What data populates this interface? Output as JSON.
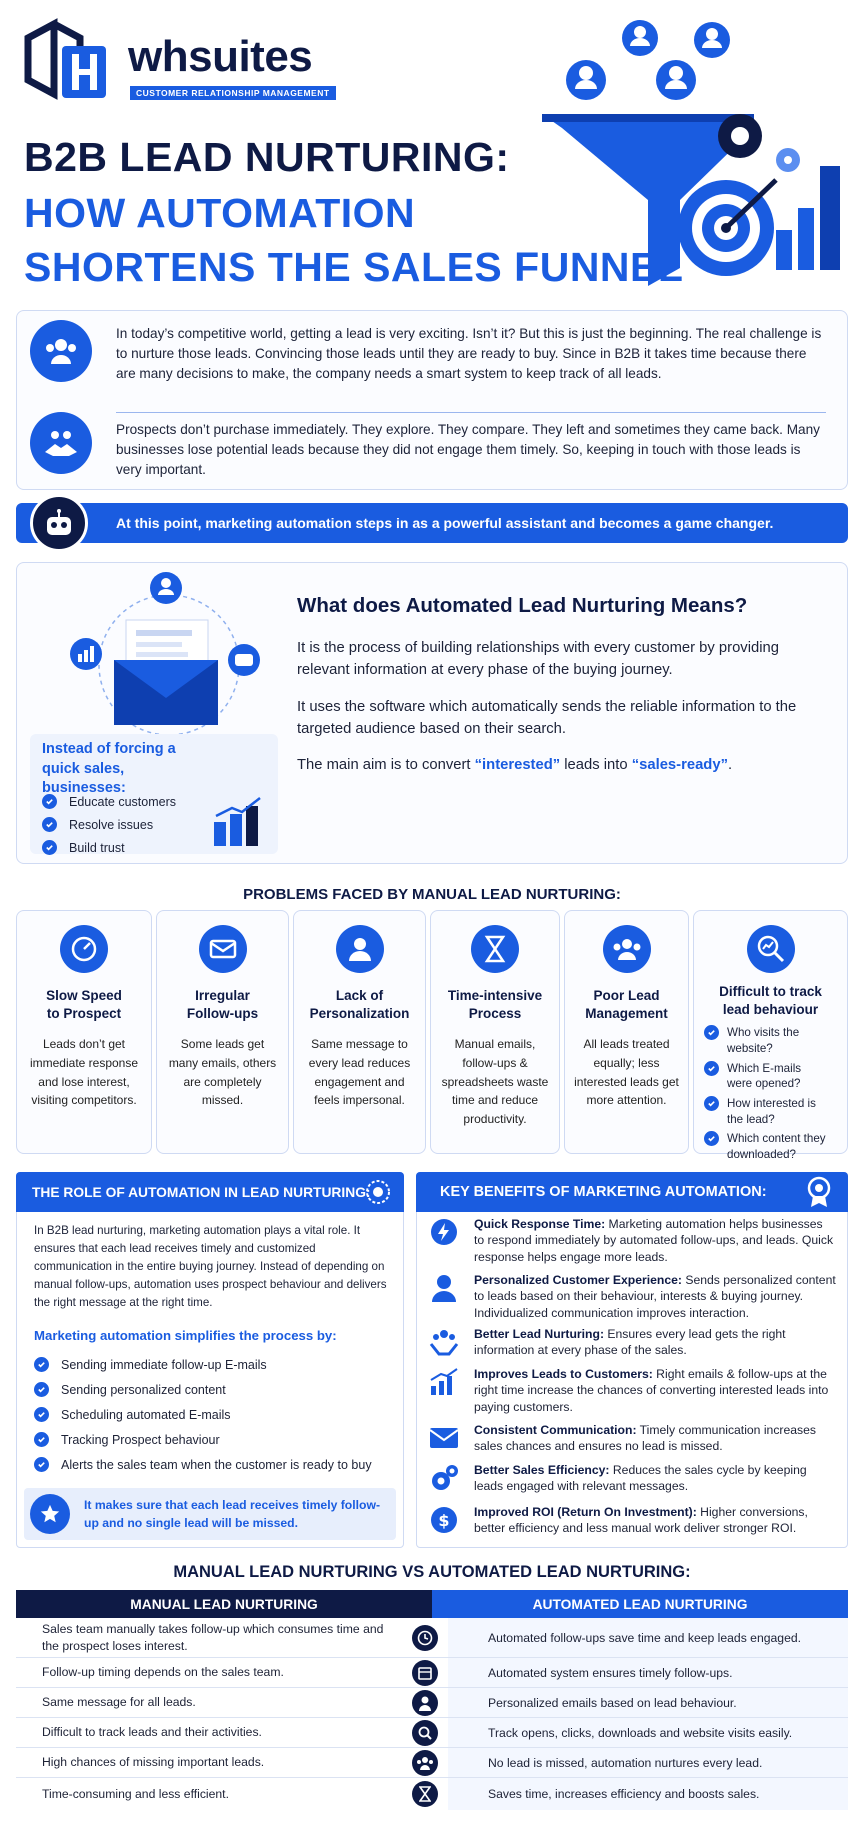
{
  "brand": {
    "name": "whsuites",
    "tagline": "CUSTOMER RELATIONSHIP MANAGEMENT"
  },
  "hero": {
    "line1": "B2B LEAD NURTURING:",
    "line2": "HOW AUTOMATION",
    "line3": "SHORTENS THE SALES FUNNEL"
  },
  "intro": {
    "p1": "In today’s competitive world, getting a lead is very exciting. Isn’t it? But this is just the beginning. The real challenge is to nurture those leads. Convincing those leads until they are ready to buy. Since in B2B it takes time because there are many decisions to make, the company needs a smart system to keep track of all leads.",
    "p2": "Prospects don’t purchase immediately. They explore. They compare. They left and sometimes they came back. Many businesses lose potential leads because they did not engage them timely. So, keeping in touch with those leads is very important."
  },
  "banner": {
    "text": "At this point, marketing automation steps in as a powerful assistant and becomes a game changer."
  },
  "what": {
    "title": "What does Automated Lead Nurturing Means?",
    "p1": "It is the process of building relationships with every customer by providing relevant information at every phase of the buying journey.",
    "p2": "It uses the software which automatically sends the reliable information to the targeted audience based on their search.",
    "p3_pre": "The main aim is to convert ",
    "p3_hl1": "“interested”",
    "p3_mid": " leads into ",
    "p3_hl2": "“sales-ready”",
    "p3_post": ".",
    "box_title": "Instead of forcing a quick sales, businesses:",
    "box_items": [
      "Educate customers",
      "Resolve issues",
      "Build trust"
    ]
  },
  "problems": {
    "heading": "PROBLEMS FACED BY MANUAL LEAD NURTURING:",
    "cards": [
      {
        "title": "Slow Speed to Prospect",
        "desc": "Leads don’t get immediate response and lose interest, visiting competitors."
      },
      {
        "title": "Irregular Follow-ups",
        "desc": "Some leads get many emails, others are completely missed."
      },
      {
        "title": "Lack of Personalization",
        "desc": "Same message to every lead reduces engagement and feels impersonal."
      },
      {
        "title": "Time-intensive Process",
        "desc": "Manual emails, follow-ups & spreadsheets waste time and reduce productivity."
      },
      {
        "title": "Poor Lead Management",
        "desc": "All leads treated equally; less interested leads get more attention."
      },
      {
        "title": "Difficult to track lead behaviour",
        "items": [
          "Who visits the website?",
          "Which E-mails were opened?",
          "How interested is the lead?",
          "Which content they downloaded?"
        ]
      }
    ]
  },
  "role": {
    "heading": "THE ROLE OF AUTOMATION IN LEAD NURTURING:",
    "body": "In B2B lead nurturing, marketing automation plays a vital role. It ensures that each lead receives timely and customized communication in the entire buying journey. Instead of depending on manual follow-ups, automation uses prospect behaviour and delivers the right message at the right time.",
    "subheading": "Marketing automation simplifies the process by:",
    "items": [
      "Sending immediate follow-up E-mails",
      "Sending personalized content",
      "Scheduling automated E-mails",
      "Tracking Prospect behaviour",
      "Alerts the sales team when the customer is ready to buy"
    ],
    "note": "It makes sure that each lead receives timely follow-up and no single lead will be missed."
  },
  "benefits": {
    "heading": "KEY BENEFITS OF MARKETING AUTOMATION:",
    "items": [
      {
        "title": "Quick Response Time:",
        "text": " Marketing automation helps businesses to respond immediately by automated follow-ups, and leads. Quick response helps engage more leads."
      },
      {
        "title": "Personalized Customer Experience:",
        "text": " Sends personalized content to leads based on their behaviour, interests & buying journey. Individualized communication improves interaction."
      },
      {
        "title": "Better Lead Nurturing:",
        "text": " Ensures every lead gets the right information at every phase of the sales."
      },
      {
        "title": "Improves Leads to Customers:",
        "text": " Right emails & follow-ups at the right time increase the chances of converting interested leads into paying customers."
      },
      {
        "title": "Consistent Communication:",
        "text": " Timely communication increases sales chances and ensures no lead is missed."
      },
      {
        "title": "Better Sales Efficiency:",
        "text": " Reduces the sales cycle by keeping leads engaged with relevant messages."
      },
      {
        "title": "Improved ROI (Return On Investment):",
        "text": " Higher conversions, better efficiency and less manual work deliver stronger ROI."
      }
    ]
  },
  "compare": {
    "heading": "MANUAL LEAD NURTURING VS AUTOMATED LEAD NURTURING:",
    "left_header": "MANUAL LEAD NURTURING",
    "right_header": "AUTOMATED LEAD NURTURING",
    "rows": [
      {
        "manual": "Sales team manually takes follow-up which consumes time and the prospect loses interest.",
        "auto": "Automated follow-ups save time and keep leads engaged."
      },
      {
        "manual": "Follow-up timing depends on the sales team.",
        "auto": "Automated system ensures timely follow-ups."
      },
      {
        "manual": "Same message for all leads.",
        "auto": "Personalized emails based on lead behaviour."
      },
      {
        "manual": "Difficult to track leads and their activities.",
        "auto": "Track opens, clicks, downloads and website visits easily."
      },
      {
        "manual": "High chances of missing important leads.",
        "auto": "No lead is missed, automation nurtures every lead."
      },
      {
        "manual": "Time-consuming and less efficient.",
        "auto": "Saves time, increases efficiency and boosts sales."
      }
    ]
  },
  "colors": {
    "primary": "#1a5ce0",
    "navy": "#0e1a45",
    "light": "#eef3fd"
  }
}
